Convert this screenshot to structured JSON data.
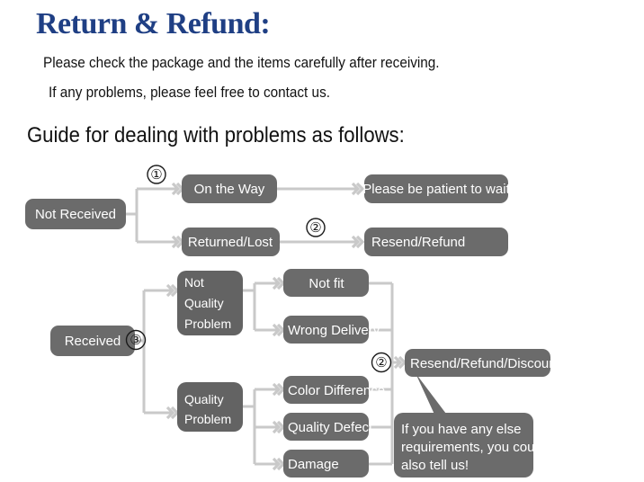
{
  "header": {
    "title": "Return & Refund:",
    "title_color": "#1f3f84",
    "intro_line_1": "Please check the package and the items carefully after receiving.",
    "intro_line_2": "If any problems, please feel free to contact us.",
    "guide_heading": "Guide for dealing with problems as follows:"
  },
  "theme": {
    "background": "#ffffff",
    "node_fill": "#6b6b6b",
    "node_fill_dark": "#636363",
    "node_text": "#ffffff",
    "connector": "#c9c9c9",
    "marker_text": "#1a1a1a"
  },
  "flowchart": {
    "markers": [
      {
        "id": "marker-1",
        "label": "①"
      },
      {
        "id": "marker-2-top",
        "label": "②"
      },
      {
        "id": "marker-3",
        "label": "③"
      },
      {
        "id": "marker-2-bottom",
        "label": "②"
      }
    ],
    "branches": [
      {
        "id": "not-received",
        "root": "Not Received",
        "marker": "①",
        "items": [
          {
            "cause": "On the Way",
            "marker": "",
            "outcome": "Please be patient to wait"
          },
          {
            "cause": "Returned/Lost",
            "marker": "②",
            "outcome": "Resend/Refund"
          }
        ]
      },
      {
        "id": "received",
        "root": "Received",
        "marker": "③",
        "groups": [
          {
            "id": "not-quality-problem",
            "label_lines": [
              "Not",
              "Quality",
              "Problem"
            ],
            "items": [
              "Not fit",
              "Wrong Delivery"
            ]
          },
          {
            "id": "quality-problem",
            "label_lines": [
              "Quality",
              "Problem"
            ],
            "items": [
              "Color Difference",
              "Quality Defect",
              "Damage"
            ]
          }
        ],
        "marker_outcome": "②",
        "outcome": "Resend/Refund/Discount"
      }
    ],
    "callout": {
      "lines": [
        "If you have any else",
        "requirements, you could",
        "also tell us!"
      ]
    }
  }
}
